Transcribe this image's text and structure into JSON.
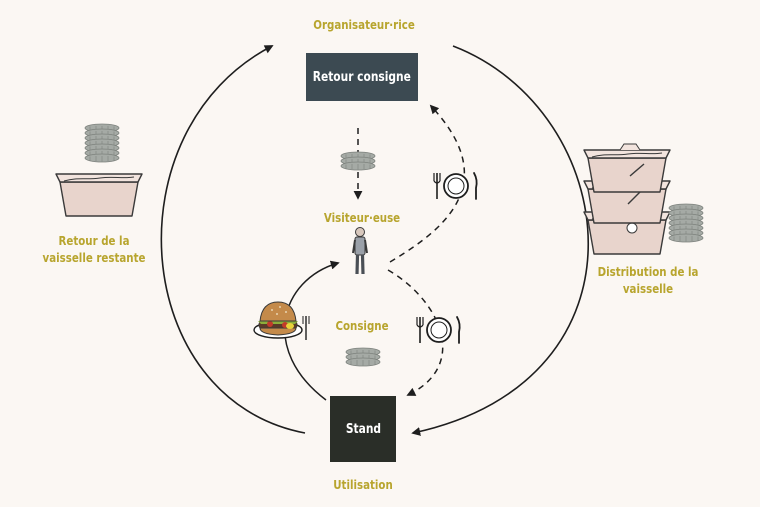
{
  "labels": {
    "organizer": "Organisateur·rice",
    "visitor": "Visiteur·euse",
    "deposit": "Consigne",
    "usage": "Utilisation",
    "return_line1": "Retour de la",
    "return_line2": "vaisselle restante",
    "distribution_line1": "Distribution de la",
    "distribution_line2": "vaisselle"
  },
  "boxes": {
    "return_deposit": "Retour consigne",
    "stand": "Stand"
  },
  "colors": {
    "background": "#fbf7f3",
    "label_gold": "#b8a52e",
    "return_box": "#3c4a52",
    "stand_box": "#2a2e28",
    "crate": "#e8d4cc",
    "coin": "#a5aaa5",
    "arrow": "#1e1e1e"
  },
  "icons": [
    "coin-stack-icon",
    "crate-icon",
    "crate-stack-icon",
    "plate-cutlery-icon",
    "person-icon",
    "burger-plate-icon"
  ]
}
